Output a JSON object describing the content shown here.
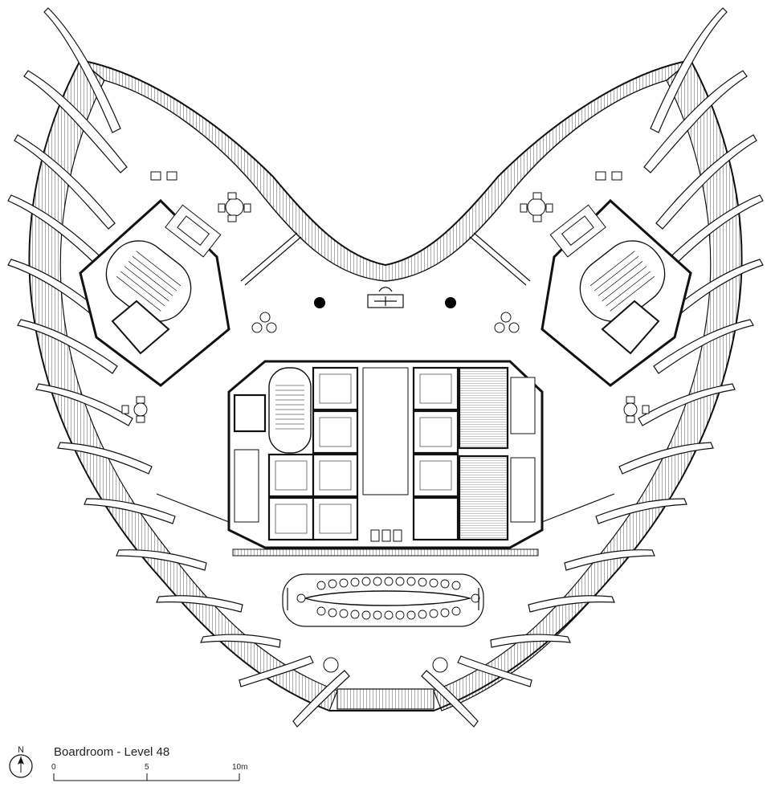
{
  "drawing": {
    "title": "Boardroom - Level 48",
    "north_label": "N",
    "scale_bar": {
      "ticks": [
        "0",
        "5",
        "10m"
      ]
    }
  },
  "colors": {
    "line": "#111111",
    "fill": "#ffffff",
    "solid": "#000000"
  }
}
